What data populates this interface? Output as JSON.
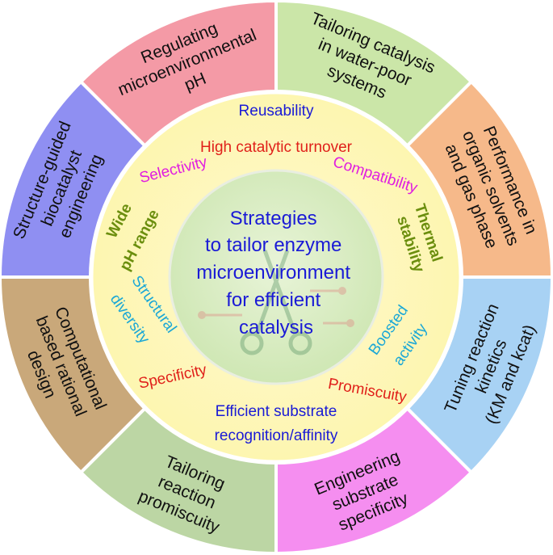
{
  "center": {
    "lines": [
      "Strategies",
      "to tailor enzyme",
      "microenvironment",
      "for efficient",
      "catalysis"
    ],
    "color": "#1a1ad6"
  },
  "inner_ring": {
    "items": {
      "reusability": {
        "text": "Reusability",
        "color": "#1a1ad6"
      },
      "turnover": {
        "text": "High catalytic turnover",
        "color": "#e0201a"
      },
      "selectivity": {
        "text": "Selectivity",
        "color": "#e01ee0"
      },
      "compatibility": {
        "text": "Compatibility",
        "color": "#e01ee0"
      },
      "wide": {
        "text": "Wide",
        "color": "#6b8e0e"
      },
      "ph_range": {
        "text": "pH range",
        "color": "#6b8e0e"
      },
      "thermal": {
        "text": "Thermal",
        "color": "#6b8e0e"
      },
      "stability": {
        "text": "stability",
        "color": "#6b8e0e"
      },
      "structural": {
        "text": "Structural",
        "color": "#1aa7d6"
      },
      "diversity": {
        "text": "diversity",
        "color": "#1aa7d6"
      },
      "boosted": {
        "text": "Boosted",
        "color": "#1aa7d6"
      },
      "activity": {
        "text": "activity",
        "color": "#1aa7d6"
      },
      "specificity": {
        "text": "Specificity",
        "color": "#e0201a"
      },
      "promiscuity": {
        "text": "Promiscuity",
        "color": "#e0201a"
      },
      "substrate1": {
        "text": "Efficient substrate",
        "color": "#1a1ad6"
      },
      "substrate2": {
        "text": "recognition/affinity",
        "color": "#1a1ad6"
      }
    }
  },
  "segments": [
    {
      "key": "ph",
      "lines": [
        "Regulating",
        "microenvironmental",
        "pH"
      ],
      "color": "#f49aa6"
    },
    {
      "key": "water",
      "lines": [
        "Tailoring catalysis",
        "in water-poor",
        "systems"
      ],
      "color": "#cbe6a8"
    },
    {
      "key": "organic",
      "lines": [
        "Performance in",
        "organic solvents",
        "and gas phase"
      ],
      "color": "#f6b98a"
    },
    {
      "key": "kinetics",
      "lines": [
        "Tuning reaction",
        "kinetics",
        "(KM and kcat)"
      ],
      "color": "#a8d2f4"
    },
    {
      "key": "specificity",
      "lines": [
        "Engineering",
        "substrate",
        "specificity"
      ],
      "color": "#f58ef0"
    },
    {
      "key": "promiscuity",
      "lines": [
        "Tailoring",
        "reaction",
        "promiscuity"
      ],
      "color": "#bcd6a4"
    },
    {
      "key": "computational",
      "lines": [
        "Computational",
        "based rational",
        "design"
      ],
      "color": "#c9a87a"
    },
    {
      "key": "structure",
      "lines": [
        "Structure-guided",
        "biocatalyst",
        "engineering"
      ],
      "color": "#8f8ff2"
    }
  ]
}
